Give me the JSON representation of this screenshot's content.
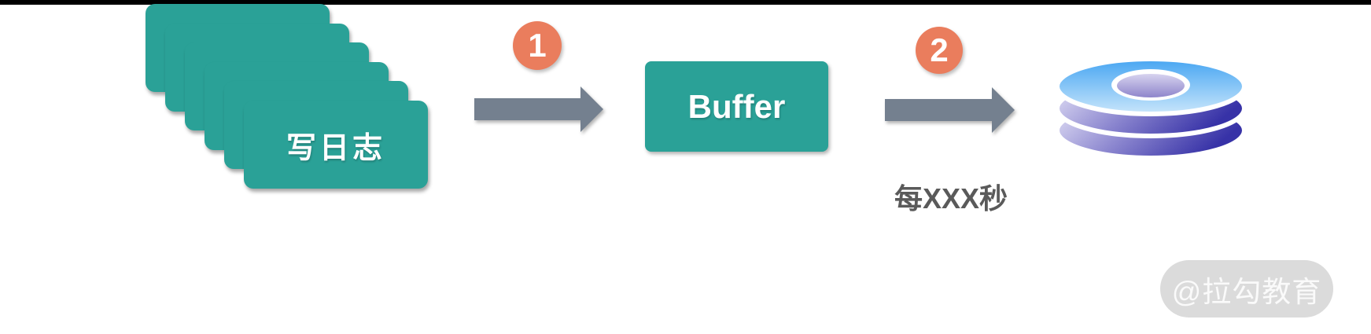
{
  "page": {
    "background": "#ffffff",
    "top_bar_color": "#000000"
  },
  "diagram": {
    "log_stack": {
      "card_count": 6,
      "label": "写日志",
      "color": "#2AA197"
    },
    "step1": {
      "badge": "1"
    },
    "step2": {
      "badge": "2",
      "caption": "每XXX秒"
    },
    "buffer": {
      "label": "Buffer"
    },
    "disk": {
      "icon": "disk-stack-icon"
    },
    "colors": {
      "teal": "#2AA197",
      "badge_orange": "#EA7D5D",
      "arrow_gray": "#74808F",
      "caption_gray": "#5A5A5A",
      "disk_blue_top": "#46A5F2",
      "disk_blue_bottom": "#C9E6FB",
      "disk_purple_light": "#E6E4F7",
      "disk_purple_mid": "#8D88D0",
      "disk_purple_dark": "#3732A7",
      "disk_hole_top": "#D7D3EF",
      "disk_hole_bottom": "#8E85CB"
    }
  },
  "watermark": {
    "text": "@拉勾教育",
    "background": "#DBDBDB"
  }
}
